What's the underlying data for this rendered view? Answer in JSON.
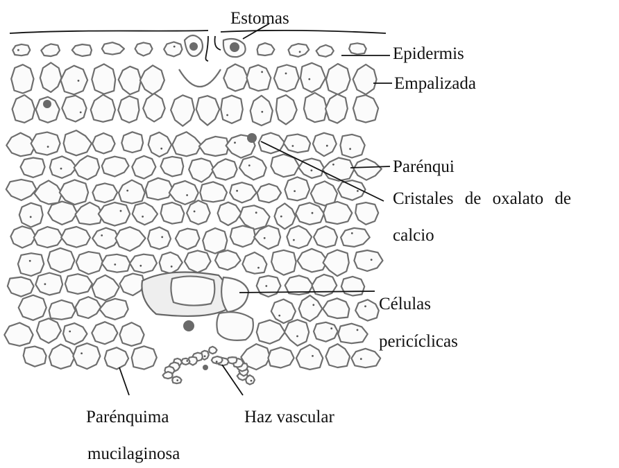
{
  "labels": {
    "stomata": "Estomas",
    "epidermis": "Epidermis",
    "palisade": "Empalizada",
    "parenchyma": "Parénqui",
    "crystals_line1": "Cristales de oxalato de",
    "crystals_line2": "calcio",
    "pericyclic_line1": "Células",
    "pericyclic_line2": "pericíclicas",
    "mucilage_parenchyma_line1": "Parénquima",
    "mucilage_parenchyma_line2": "mucilaginosa",
    "vascular_bundle": "Haz vascular"
  },
  "colors": {
    "cell_outline": "#6e6e6e",
    "crystal": "#6a6a6a",
    "text": "#111111"
  }
}
